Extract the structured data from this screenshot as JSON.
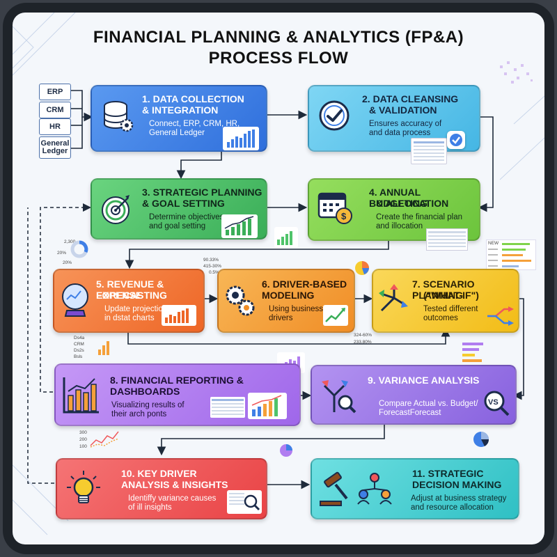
{
  "title": {
    "line1": "FINANCIAL  PLANNING & ANALYTICS (FP&A)",
    "line2": "PROCESS FLOW"
  },
  "sources": [
    "ERP",
    "CRM",
    "HR",
    "General Ledger"
  ],
  "steps": [
    {
      "title1": "1. DATA COLLECTION",
      "title2": "& INTEGRATION",
      "desc1": "Connect, ERP, CRM, HR,",
      "desc2": "General Ledger",
      "color": "#3f7fe6"
    },
    {
      "title1": "2. DATA CLEANSING",
      "title2": "& VALIDATION",
      "desc1": "Ensures accuracy of",
      "desc2": "and data process",
      "color": "#5fc8ec"
    },
    {
      "title1": "3. STRATEGIC PLANNING",
      "title2": "& GOAL SETTING",
      "desc1": "Determine objectives",
      "desc2": "and goal setting",
      "color": "#4fc36a"
    },
    {
      "title1": "4. ANNUAL BUDGETING",
      "title2": "& ALLOCATION",
      "desc1": "Create the financial plan",
      "desc2": "and illocation",
      "color": "#7fd34a"
    },
    {
      "title1": "5. REVENUE & EXPENSE",
      "title2": "FORECASTING",
      "desc1": "Update projections",
      "desc2": "in dstat charts",
      "color": "#f47a3c"
    },
    {
      "title1": "6. DRIVER-BASED",
      "title2": "MODELING",
      "desc1": "Using business",
      "desc2": "drivers",
      "color": "#f5a03a"
    },
    {
      "title1": "7. SCENARIO PLANNING",
      "title2": "(\"WHAT-IF\")",
      "desc1": "Tested different",
      "desc2": "outcomes",
      "color": "#f6cc2f"
    },
    {
      "title1": "8. FINANCIAL REPORTING &",
      "title2": "DASHBOARDS",
      "desc1": "Visualizing results of",
      "desc2": "their arch ponts",
      "color": "#b07df0"
    },
    {
      "title1": "9. VARIANCE ANALYSIS",
      "title2": "",
      "desc1": "Compare Actual vs. Budget/",
      "desc2": "ForecastForecast",
      "color": "#9a74e6"
    },
    {
      "title1": "10. KEY DRIVER",
      "title2": "ANALYSIS & INSIGHTS",
      "desc1": "Identiffy variance causes",
      "desc2": "of ill insights",
      "color": "#f0585a"
    },
    {
      "title1": "11. STRATEGIC",
      "title2": "DECISION MAKING",
      "desc1": "Adjust at business strategy",
      "desc2": "and resource allocation",
      "color": "#4ed3d6"
    }
  ],
  "annotations": {
    "pie_left": [
      "2,300",
      "20%",
      "20%"
    ],
    "mid_stats": [
      "90.33%",
      "415-30%",
      "0.5%"
    ],
    "forecast_list": [
      "Ds4a",
      "CRM",
      "Ds2s",
      "Bsls"
    ],
    "scenario_stats": [
      "324-60%",
      "233.80%"
    ],
    "line_axis": [
      "300",
      "200",
      "100"
    ],
    "vs_label": "VS",
    "table_header": "NEW"
  }
}
